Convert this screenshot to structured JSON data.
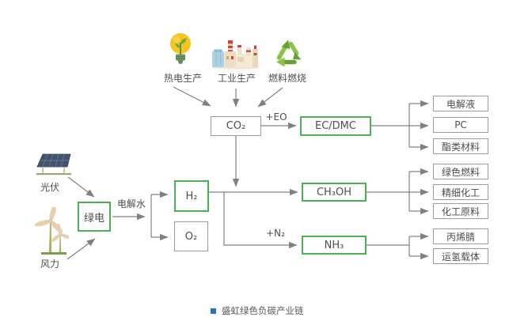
{
  "diagram": {
    "caption": "盛虹绿色负碳产业链",
    "colors": {
      "green_border": "#4caf50",
      "gray_border": "#9b9b9b",
      "arrow": "#808080",
      "text": "#4d4d4d",
      "caption_bullet": "#2e74b5",
      "caption_text": "#595959"
    },
    "sources_top": [
      {
        "icon": "light-bulb-icon",
        "label": "热电生产"
      },
      {
        "icon": "factory-icon",
        "label": "工业生产"
      },
      {
        "icon": "recycle-icon",
        "label": "燃料燃烧"
      }
    ],
    "sources_left": [
      {
        "icon": "solar-panel-icon",
        "label": "光伏"
      },
      {
        "icon": "wind-turbine-icon",
        "label": "风力"
      }
    ],
    "nodes": {
      "co2": "CO₂",
      "ecdmc": "EC/DMC",
      "green_power": "绿电",
      "h2": "H₂",
      "o2": "O₂",
      "ch3oh": "CH₃OH",
      "nh3": "NH₃"
    },
    "edge_labels": {
      "eo": "+EO",
      "n2": "+N₂",
      "electrolysis": "电解水"
    },
    "products": {
      "ecdmc": [
        "电解液",
        "PC",
        "酯类材料"
      ],
      "ch3oh": [
        "绿色燃料",
        "精细化工",
        "化工原料"
      ],
      "nh3": [
        "丙烯腈",
        "运氢载体"
      ]
    }
  }
}
